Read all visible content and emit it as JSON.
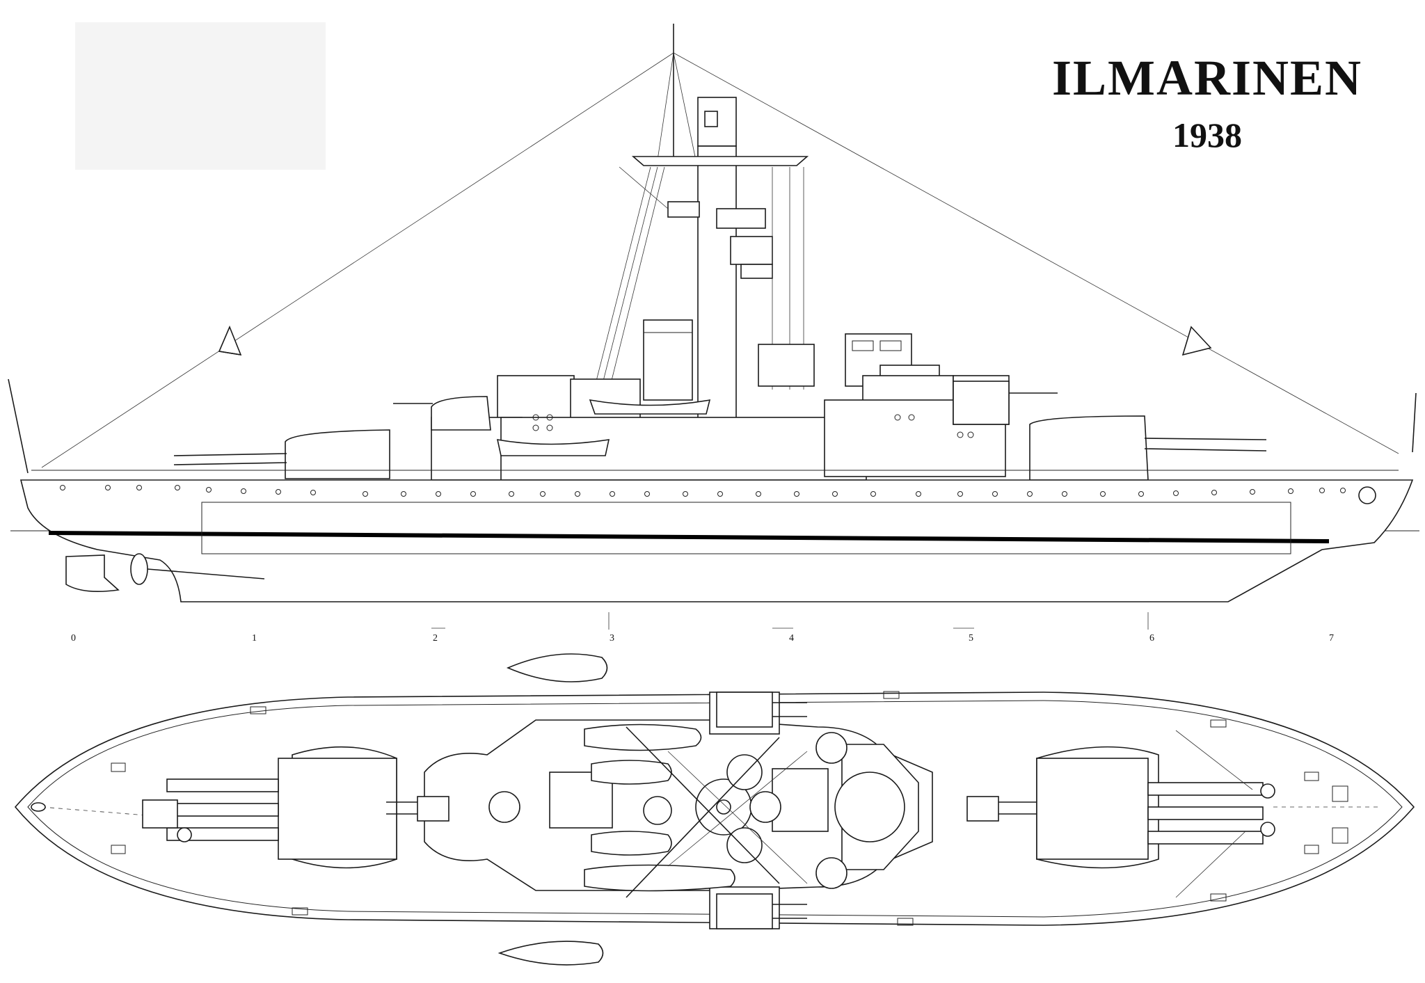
{
  "title": {
    "ship_name": "ILMARINEN",
    "year": "1938"
  },
  "scale_bar": {
    "labels": [
      "0",
      "1",
      "2",
      "3",
      "4",
      "5",
      "6",
      "7"
    ]
  }
}
